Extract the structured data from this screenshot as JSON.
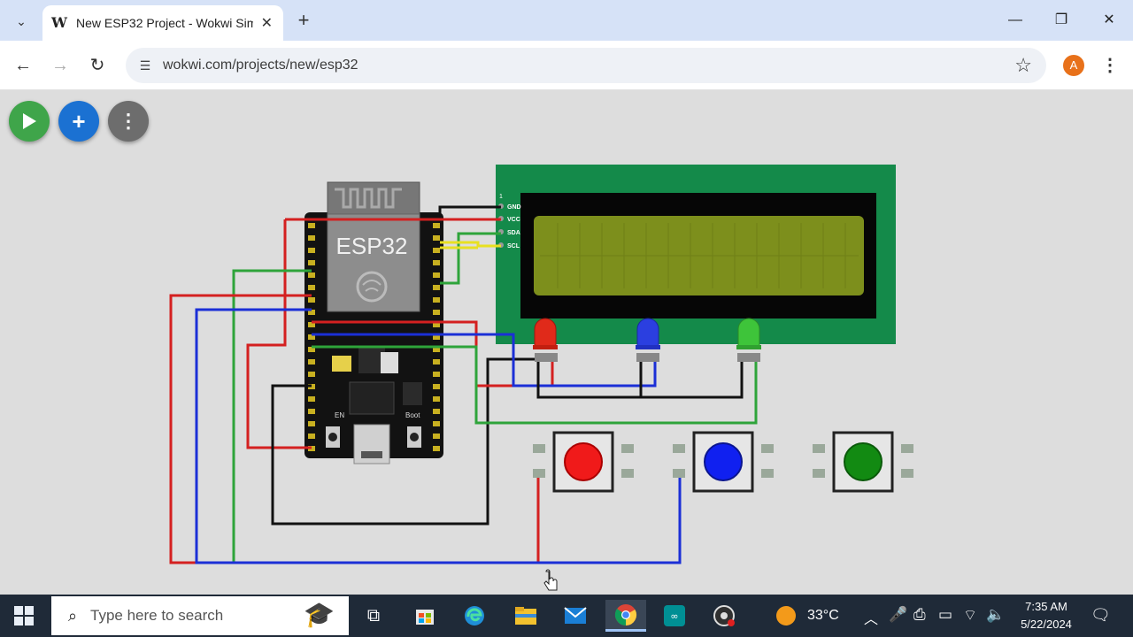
{
  "browser": {
    "tab_title": "New ESP32 Project - Wokwi Sim",
    "tab_icon": "W",
    "url": "wokwi.com/projects/new/esp32",
    "avatar_letter": "A"
  },
  "canvas": {
    "esp32_label": "ESP32",
    "lcd_pins": [
      "GND",
      "VCC",
      "SDA",
      "SCL"
    ],
    "lcd_pin1_marker": "1",
    "board_button_en": "EN",
    "board_button_boot": "Boot"
  },
  "taskbar": {
    "search_placeholder": "Type here to search",
    "temperature": "33°C",
    "time": "7:35 AM",
    "date": "5/22/2024"
  },
  "colors": {
    "wire_red": "#d42020",
    "wire_blue": "#1b2fd6",
    "wire_green": "#2ea43a",
    "wire_black": "#111111",
    "wire_yellow": "#e8e020",
    "lcd_board": "#148a4a",
    "lcd_screen": "#7d8f1c"
  }
}
